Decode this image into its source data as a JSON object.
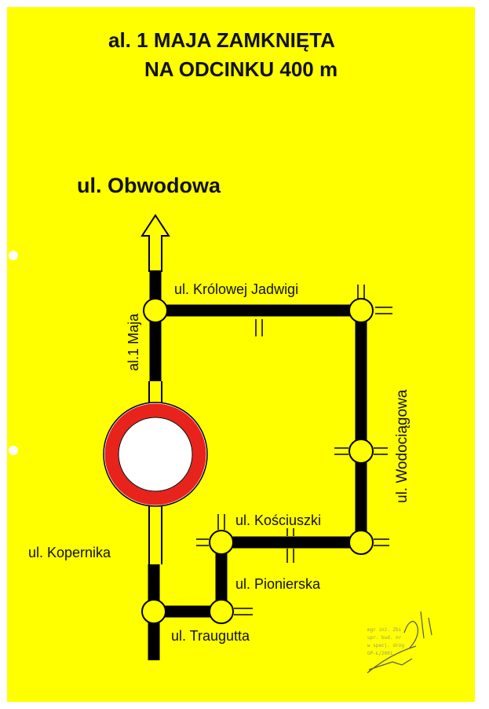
{
  "header": {
    "line1": "al. 1 MAJA ZAMKNIĘTA",
    "line2": "NA ODCINKU 400 m"
  },
  "streets": {
    "obwodowa": "ul. Obwodowa",
    "maja": "al.1 Maja",
    "krolowej_jadwigi": "ul. Królowej Jadwigi",
    "wodociagowa": "ul. Wodociągowa",
    "kosciuszki": "ul. Kościuszki",
    "kopernika": "ul. Kopernika",
    "pionierska": "ul. Pionierska",
    "traugutta": "ul. Traugutta"
  },
  "stamp": {
    "line1": "mgr inż. Zbi",
    "line2": "upr. bud. nr",
    "line3": "w specj. dróg",
    "line4": "GP-Ł/2001"
  },
  "colors": {
    "paper": "#ffff00",
    "road": "#000000",
    "no_entry_ring": "#e8231c",
    "no_entry_fill": "#ffffff",
    "arrow": "#ffff00"
  },
  "icons": {
    "closure_sign": "no-vehicles-sign",
    "direction": "north-arrow"
  }
}
